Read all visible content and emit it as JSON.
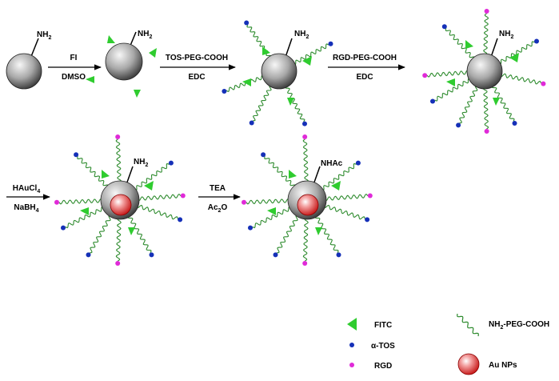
{
  "arrows": [
    {
      "top": "FI",
      "bottom": "DMSO"
    },
    {
      "top": "TOS-PEG-COOH",
      "bottom": "EDC"
    },
    {
      "top": "RGD-PEG-COOH",
      "bottom": "EDC"
    },
    {
      "top": "HAuCl",
      "top_sub": "4",
      "bottom": "NaBH",
      "bottom_sub": "4"
    },
    {
      "top": "TEA",
      "bottom": "Ac",
      "bottom_sub": "2",
      "bottom_tail": "O"
    }
  ],
  "group_labels": {
    "amine": "NH",
    "amine_sub": "2",
    "acetyl": "NHAc"
  },
  "legend": {
    "fitc": "FITC",
    "tos": "α-TOS",
    "rgd": "RGD",
    "peg_prefix": "NH",
    "peg_sub": "2",
    "peg_suffix": "-PEG-COOH",
    "au": "Au NPs"
  },
  "colors": {
    "fitc": "#2fcc2f",
    "tos": "#1530b8",
    "rgd": "#e02ad8",
    "peg": "#2e8b2e",
    "sphere_dark": "#4a4a4a",
    "sphere_light": "#f2f2f2",
    "au_red": "#d01818"
  }
}
